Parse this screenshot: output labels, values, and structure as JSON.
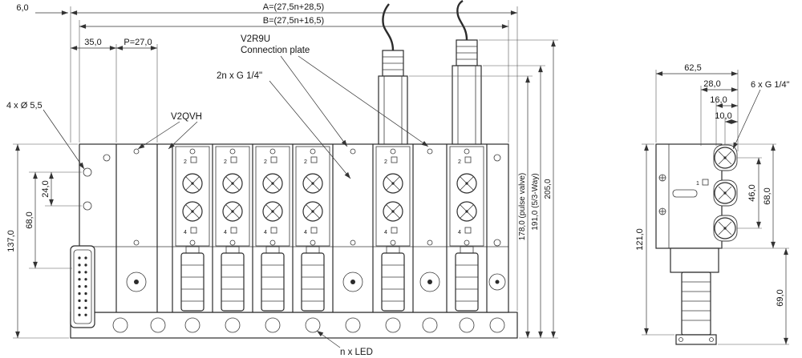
{
  "drawing": {
    "front": {
      "dim_A": "A=(27,5n+28,5)",
      "dim_B": "B=(27,5n+16,5)",
      "dim_6": "6,0",
      "dim_35": "35,0",
      "dim_P": "P=27,0",
      "holes_label": "4 x Ø 5,5",
      "model_label": "V2QVH",
      "plate_model": "V2R9U",
      "plate_label": "Connection plate",
      "ports_label": "2n x G 1/4\"",
      "led_label": "n x LED",
      "dim_137": "137,0",
      "dim_68": "68,0",
      "dim_24": "24,0",
      "dim_178": "178,0 (pulse valve)",
      "dim_191": "191,0 (5/3-Way)",
      "dim_205": "205,0",
      "port2": "2",
      "port4": "4"
    },
    "side": {
      "dim_62_5": "62,5",
      "dim_28": "28,0",
      "dim_16": "16,0",
      "dim_10": "10,0",
      "ports_label": "6 x G 1/4\"",
      "dim_46": "46,0",
      "dim_68": "68,0",
      "dim_121": "121,0",
      "dim_69": "69,0",
      "port1": "1"
    }
  }
}
